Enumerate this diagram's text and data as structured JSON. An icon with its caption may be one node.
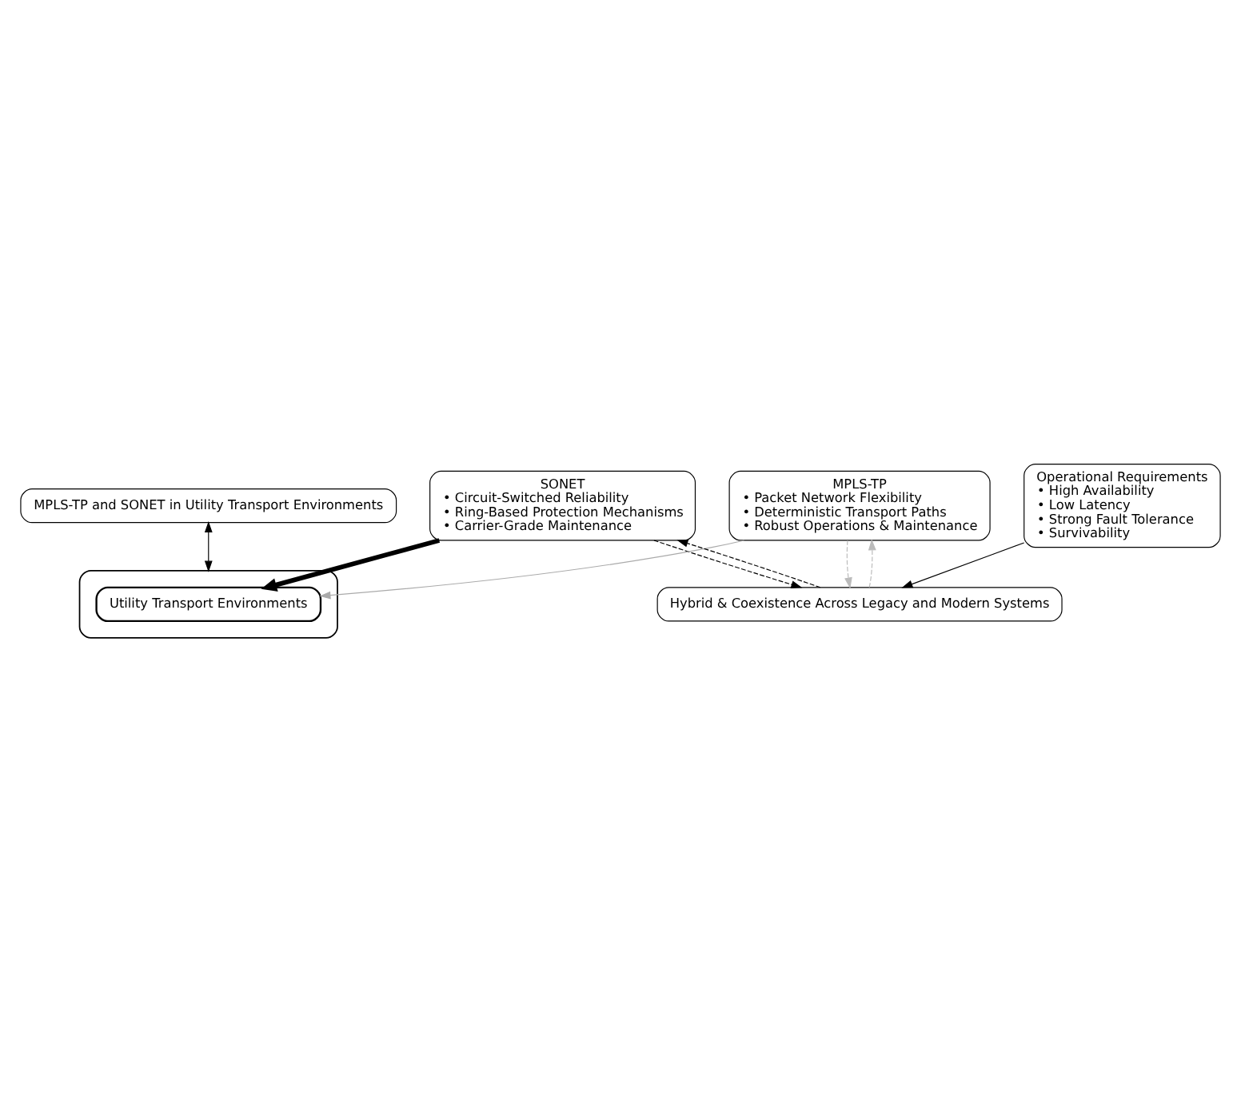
{
  "diagram": {
    "nodes": [
      {
        "text": [
          "MPLS-TP and SONET in Utility Transport Environments"
        ]
      },
      {
        "text": [
          "SONET",
          "• Circuit-Switched Reliability",
          "• Ring-Based Protection Mechanisms",
          "• Carrier-Grade Maintenance"
        ]
      },
      {
        "text": [],
        "shape": "box"
      },
      {
        "text": [
          "Utility Transport Environments"
        ],
        "in": 2
      },
      {
        "text": [
          "MPLS-TP",
          "• Packet Network Flexibility",
          "• Deterministic Transport Paths",
          "• Robust Operations & Maintenance"
        ]
      },
      {
        "text": [
          "Operational Requirements",
          "• High Availability",
          "• Low Latency",
          "• Strong Fault Tolerance",
          "• Survivability"
        ]
      },
      {
        "text": [
          "Hybrid & Coexistence Across Legacy and Modern Systems"
        ]
      }
    ],
    "edges": [
      {
        "from": 0,
        "to": 2,
        "arrow": "both"
      },
      {
        "from": 1,
        "to": 3,
        "arrow": "to",
        "style": "thick"
      },
      {
        "from": 4,
        "to": 3,
        "arrow": "to",
        "color": "#aaaaaa"
      },
      {
        "from": 5,
        "to": 6,
        "arrow": "to"
      },
      {
        "from": 1,
        "to": 6,
        "arrow": "to",
        "style": "dashed"
      },
      {
        "from": 6,
        "to": 1,
        "arrow": "to",
        "style": "dashed"
      },
      {
        "from": 4,
        "to": 6,
        "arrow": "to",
        "style": "dashed",
        "color": "#bbbbbb"
      },
      {
        "from": 6,
        "to": 4,
        "arrow": "to",
        "style": "dashed",
        "color": "#bbbbbb"
      }
    ]
  }
}
